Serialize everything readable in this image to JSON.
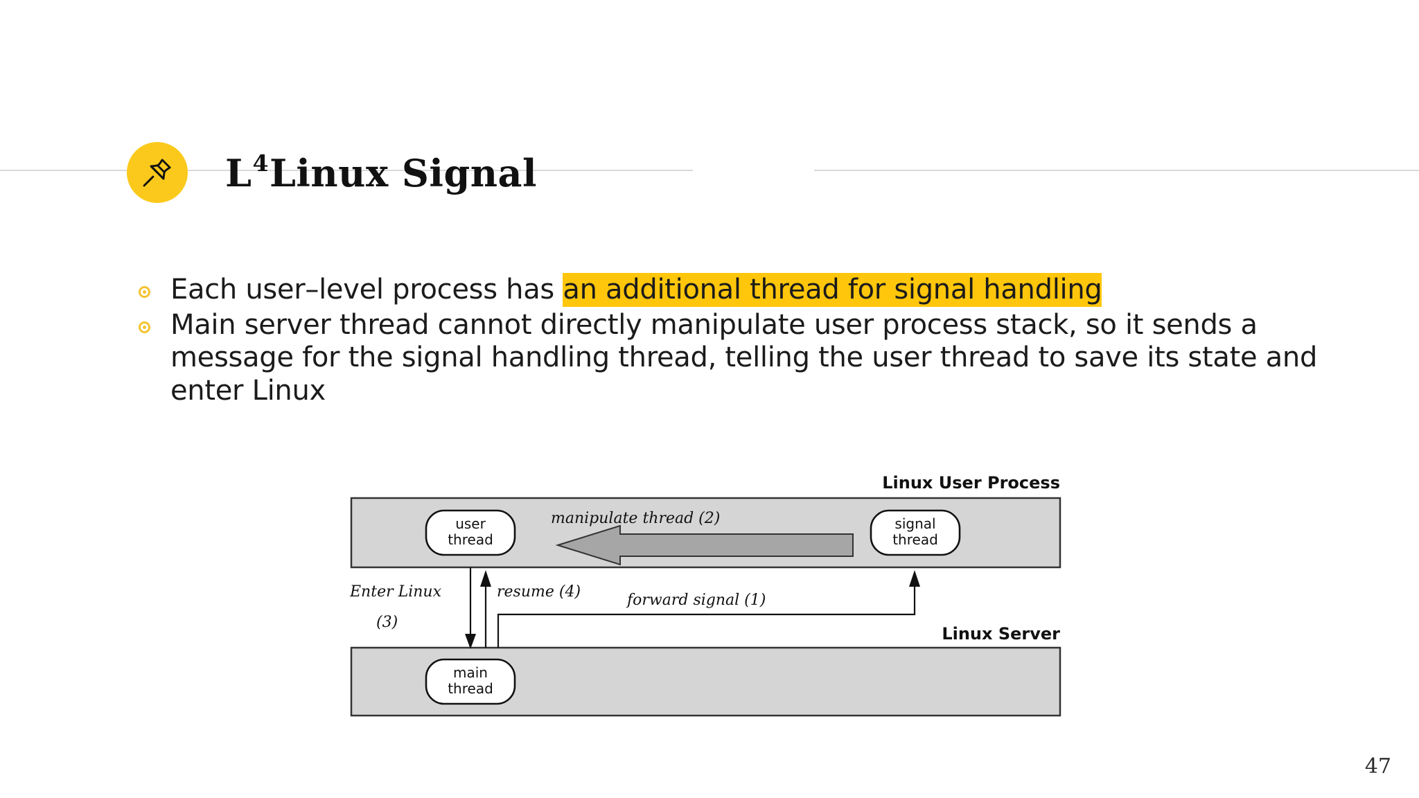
{
  "slide": {
    "title_main": "Linux Signal",
    "title_prefix": "L",
    "title_superscript": "4",
    "badge_icon": "pushpin-icon",
    "page_number": "47",
    "accent_color": "#FBC91B",
    "highlight_color": "#FFC60B",
    "rule_color": "#d9d9d9"
  },
  "bullets": [
    {
      "lead": "Each user–level process has ",
      "highlight": "an additional thread for signal handling",
      "tail": ""
    },
    {
      "lead": "Main server thread cannot directly manipulate user process stack, so it sends a message for the signal handling thread, telling the user thread to save its state and enter Linux",
      "highlight": "",
      "tail": ""
    }
  ],
  "figure": {
    "caption_user_process": "Linux User Process",
    "caption_server": "Linux Server",
    "nodes": [
      {
        "id": "user-thread",
        "line1": "user",
        "line2": "thread"
      },
      {
        "id": "signal-thread",
        "line1": "signal",
        "line2": "thread"
      },
      {
        "id": "main-thread",
        "line1": "main",
        "line2": "thread"
      }
    ],
    "edge_labels": [
      {
        "id": "manipulate-thread",
        "text": "manipulate thread (2)"
      },
      {
        "id": "enter-linux",
        "text": "Enter Linux"
      },
      {
        "id": "enter-linux-step",
        "text": "(3)"
      },
      {
        "id": "resume",
        "text": "resume (4)"
      },
      {
        "id": "forward-signal",
        "text": "forward signal (1)"
      }
    ],
    "band_fill": "#D5D5D5",
    "band_stroke": "#333333",
    "node_fill": "#FFFFFF",
    "arrow_fill": "#A6A6A6"
  }
}
